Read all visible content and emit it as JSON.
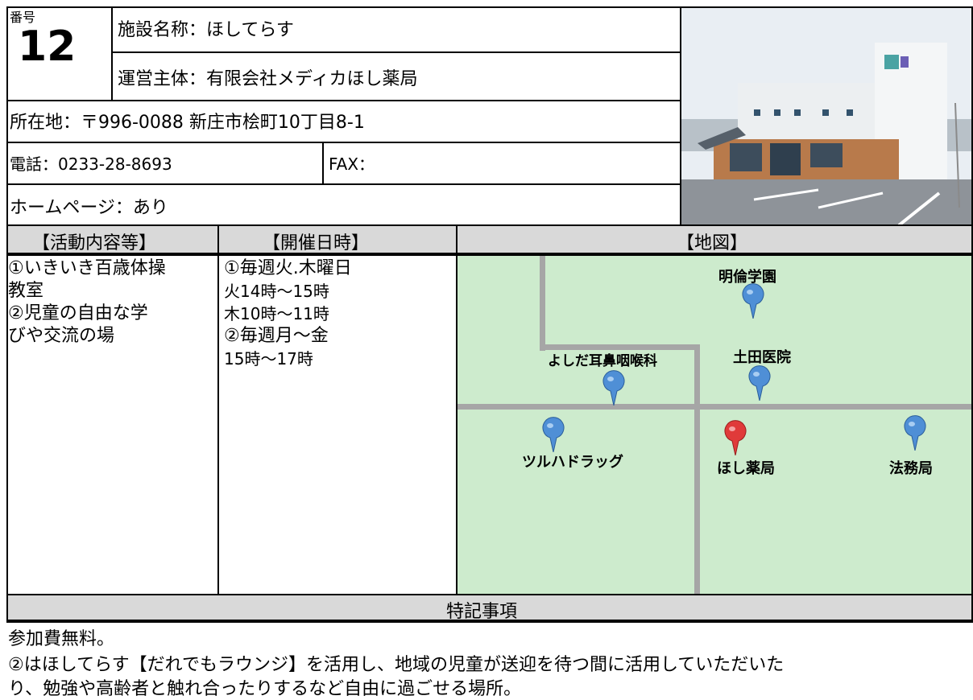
{
  "header": {
    "number_label": "番号",
    "number_value": "12",
    "facility_name": "施設名称：ほしてらす",
    "operator": "運営主体：有限会社メディカほし薬局",
    "address": "所在地：〒996-0088 新庄市桧町10丁目8-1",
    "phone": "電話：0233-28-8693",
    "fax": "FAX：",
    "homepage": "ホームページ：あり"
  },
  "sections": {
    "activities_title": "【活動内容等】",
    "schedule_title": "【開催日時】",
    "map_title": "【地図】",
    "notes_title": "特記事項"
  },
  "activities": {
    "lines": [
      "①いきいき百歳体操",
      "教室",
      "②児童の自由な学",
      "びや交流の場"
    ]
  },
  "schedule": {
    "line1": "①毎週火.木曜日",
    "line2": "火14時～15時",
    "line3": "木10時～11時",
    "line4": "②毎週月～金",
    "line5": "15時～17時"
  },
  "map": {
    "labels": {
      "meirin": "明倫学園",
      "yoshida": "よしだ耳鼻咽喉科",
      "tsuchida": "土田医院",
      "tsuruha": "ツルハドラッグ",
      "hoshi": "ほし薬局",
      "houmu": "法務局"
    },
    "colors": {
      "background": "#cdebcd",
      "road": "#a6a6a6",
      "pin_blue": "#4f8fd6",
      "pin_red": "#e03a3a"
    }
  },
  "notes": {
    "line1": "参加費無料。",
    "line2": "②はほしてらす【だれでもラウンジ】を活用し、地域の児童が送迎を待つ間に活用していただいた",
    "line3": "り、勉強や高齢者と触れ合ったりするなど自由に過ごせる場所。"
  }
}
